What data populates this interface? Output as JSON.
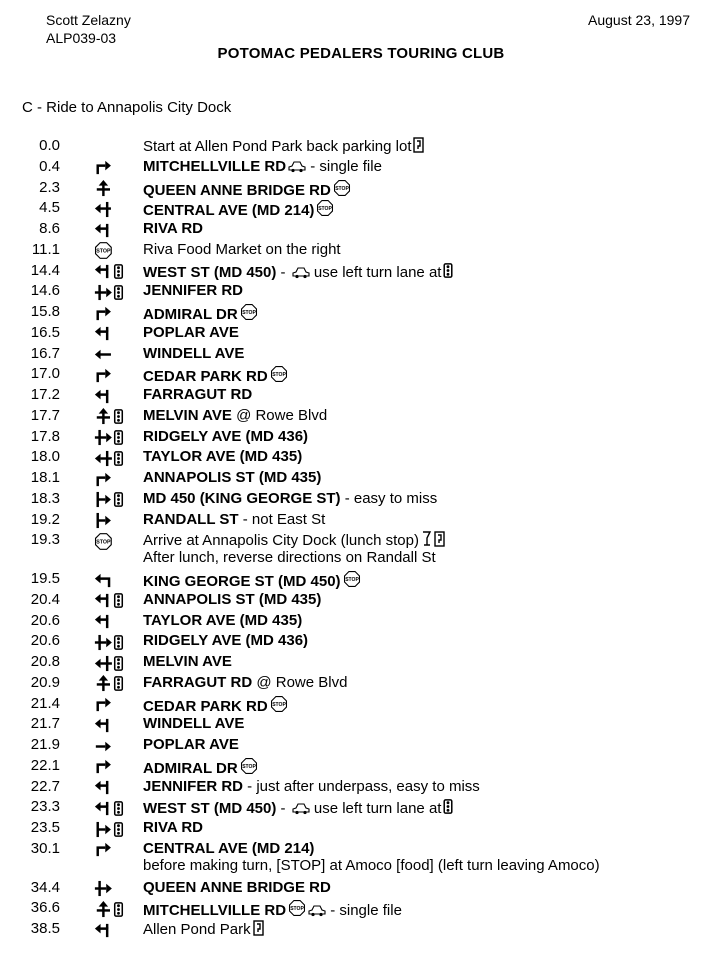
{
  "header": {
    "author": "Scott Zelazny",
    "doc_id": "ALP039-03",
    "date": "August 23, 1997",
    "club": "POTOMAC PEDALERS TOURING CLUB",
    "subtitle": "C - Ride to Annapolis City Dock"
  },
  "cues": [
    {
      "mile": "0.0",
      "icon": "",
      "bold": "",
      "text": "Start at Allen Pond Park back parking lot",
      "glyphs": [
        "restroom-icon"
      ]
    },
    {
      "mile": "0.4",
      "icon": "right-turn",
      "bold": "MITCHELLVILLE RD",
      "glyphs": [
        "car-icon"
      ],
      "text": " - single file"
    },
    {
      "mile": "2.3",
      "icon": "straight",
      "bold": "QUEEN ANNE BRIDGE RD",
      "glyphs": [
        "stop-sign-icon"
      ],
      "text": ""
    },
    {
      "mile": "4.5",
      "icon": "left-turn-cross",
      "bold": "CENTRAL AVE (MD 214)",
      "glyphs": [
        "stop-sign-icon"
      ],
      "text": ""
    },
    {
      "mile": "8.6",
      "icon": "left-turn",
      "bold": "RIVA RD",
      "glyphs": [],
      "text": ""
    },
    {
      "mile": "11.1",
      "icon": "stop",
      "bold": "",
      "text": "Riva Food Market on the right",
      "glyphs": []
    },
    {
      "mile": "14.4",
      "icon": "left-turn-light",
      "bold": "WEST ST (MD 450)",
      "text": " - ",
      "glyphs": [
        "car-icon"
      ],
      "text2": " use left turn lane at",
      "glyphs2": [
        "traffic-light-icon"
      ]
    },
    {
      "mile": "14.6",
      "icon": "right-cross-light",
      "bold": "JENNIFER RD",
      "glyphs": [],
      "text": ""
    },
    {
      "mile": "15.8",
      "icon": "right-turn",
      "bold": "ADMIRAL DR",
      "glyphs": [
        "stop-sign-icon"
      ],
      "text": ""
    },
    {
      "mile": "16.5",
      "icon": "left-turn",
      "bold": "POPLAR AVE",
      "glyphs": [],
      "text": ""
    },
    {
      "mile": "16.7",
      "icon": "bear-left",
      "bold": "WINDELL AVE",
      "glyphs": [],
      "text": ""
    },
    {
      "mile": "17.0",
      "icon": "right-turn",
      "bold": "CEDAR PARK RD",
      "glyphs": [
        "stop-sign-icon"
      ],
      "text": ""
    },
    {
      "mile": "17.2",
      "icon": "left-turn",
      "bold": "FARRAGUT RD",
      "glyphs": [],
      "text": ""
    },
    {
      "mile": "17.7",
      "icon": "straight-light",
      "bold": "MELVIN AVE",
      "glyphs": [],
      "text": " @ Rowe Blvd"
    },
    {
      "mile": "17.8",
      "icon": "right-cross-light",
      "bold": "RIDGELY AVE (MD 436)",
      "glyphs": [],
      "text": ""
    },
    {
      "mile": "18.0",
      "icon": "left-cross-light",
      "bold": "TAYLOR AVE (MD 435)",
      "glyphs": [],
      "text": ""
    },
    {
      "mile": "18.1",
      "icon": "right-turn",
      "bold": "ANNAPOLIS ST (MD 435)",
      "glyphs": [],
      "text": ""
    },
    {
      "mile": "18.3",
      "icon": "right-t-light",
      "bold": "MD 450 (KING GEORGE ST)",
      "glyphs": [],
      "text": " - easy to miss"
    },
    {
      "mile": "19.2",
      "icon": "right-t",
      "bold": "RANDALL ST",
      "glyphs": [],
      "text": " - not East St"
    },
    {
      "mile": "19.3",
      "icon": "stop",
      "bold": "",
      "text": "Arrive at Annapolis City Dock (lunch stop)",
      "glyphs": [
        "food-icon",
        "restroom-icon"
      ],
      "note": "After lunch, reverse directions on Randall St"
    },
    {
      "mile": "19.5",
      "icon": "left-turn-arrow",
      "bold": "KING GEORGE ST (MD 450)",
      "glyphs": [
        "stop-sign-icon"
      ],
      "text": " "
    },
    {
      "mile": "20.4",
      "icon": "left-turn-light",
      "bold": "ANNAPOLIS ST (MD 435)",
      "glyphs": [],
      "text": ""
    },
    {
      "mile": "20.6",
      "icon": "left-turn",
      "bold": "TAYLOR AVE (MD 435)",
      "glyphs": [],
      "text": ""
    },
    {
      "mile": "20.6",
      "icon": "right-cross-light",
      "bold": "RIDGELY AVE (MD 436)",
      "glyphs": [],
      "text": ""
    },
    {
      "mile": "20.8",
      "icon": "left-cross-light",
      "bold": "MELVIN AVE",
      "glyphs": [],
      "text": ""
    },
    {
      "mile": "20.9",
      "icon": "straight-light",
      "bold": "FARRAGUT RD",
      "glyphs": [],
      "text": " @ Rowe Blvd"
    },
    {
      "mile": "21.4",
      "icon": "right-turn",
      "bold": "CEDAR PARK RD",
      "glyphs": [
        "stop-sign-icon"
      ],
      "text": ""
    },
    {
      "mile": "21.7",
      "icon": "left-turn",
      "bold": "WINDELL AVE",
      "glyphs": [],
      "text": ""
    },
    {
      "mile": "21.9",
      "icon": "bear-right",
      "bold": "POPLAR AVE",
      "glyphs": [],
      "text": ""
    },
    {
      "mile": "22.1",
      "icon": "right-turn",
      "bold": "ADMIRAL DR",
      "glyphs": [
        "stop-sign-icon"
      ],
      "text": ""
    },
    {
      "mile": "22.7",
      "icon": "left-turn",
      "bold": "JENNIFER RD",
      "glyphs": [],
      "text": " - just after underpass, easy to miss"
    },
    {
      "mile": "23.3",
      "icon": "left-turn-light",
      "bold": "WEST ST (MD 450)",
      "text": " - ",
      "glyphs": [
        "car-icon"
      ],
      "text2": " use left turn lane at",
      "glyphs2": [
        "traffic-light-icon"
      ]
    },
    {
      "mile": "23.5",
      "icon": "right-t-light",
      "bold": "RIVA RD",
      "glyphs": [],
      "text": ""
    },
    {
      "mile": "30.1",
      "icon": "right-turn",
      "bold": "CENTRAL AVE (MD 214)",
      "glyphs": [],
      "text": "",
      "note": "before making turn, [STOP] at Amoco [food] (left turn leaving Amoco)"
    },
    {
      "mile": "34.4",
      "icon": "right-cross",
      "bold": "QUEEN ANNE BRIDGE RD",
      "glyphs": [],
      "text": ""
    },
    {
      "mile": "36.6",
      "icon": "straight-light",
      "bold": "MITCHELLVILLE RD",
      "glyphs": [
        "stop-sign-icon",
        "car-icon"
      ],
      "text": " - single file"
    },
    {
      "mile": "38.5",
      "icon": "left-turn",
      "bold": "",
      "text": "Allen Pond Park",
      "glyphs": [
        "restroom-icon"
      ]
    }
  ]
}
